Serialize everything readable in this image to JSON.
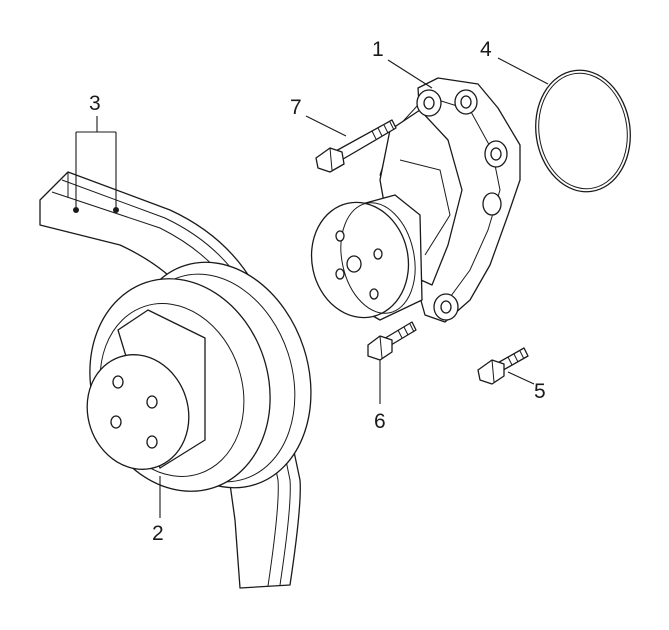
{
  "diagram": {
    "callouts": [
      {
        "id": "1",
        "label": "1"
      },
      {
        "id": "2",
        "label": "2"
      },
      {
        "id": "3",
        "label": "3"
      },
      {
        "id": "4",
        "label": "4"
      },
      {
        "id": "5",
        "label": "5"
      },
      {
        "id": "6",
        "label": "6"
      },
      {
        "id": "7",
        "label": "7"
      }
    ],
    "colors": {
      "line": "#1a1a1a",
      "background": "#ffffff"
    }
  }
}
